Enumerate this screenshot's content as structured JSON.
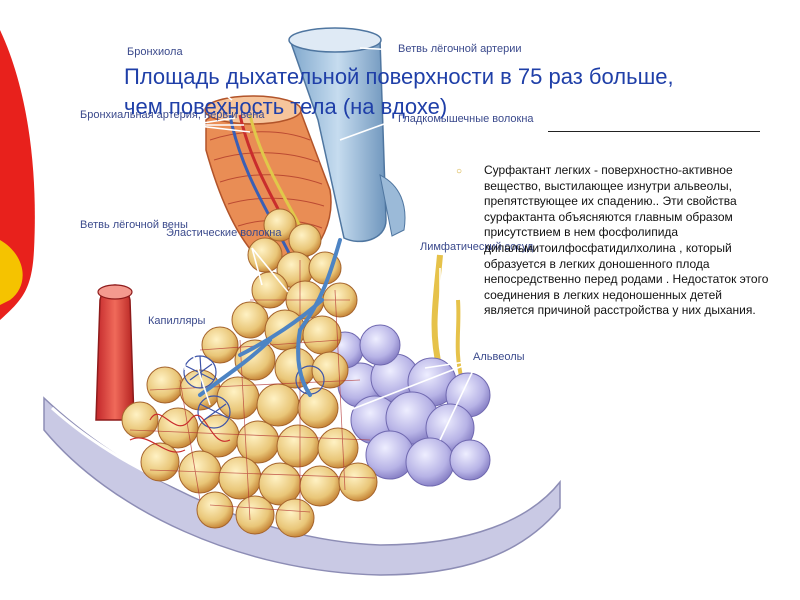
{
  "slide": {
    "title": "Площадь дыхательной поверхности в 75 раз больше, чем повехность тела (на вдохе)",
    "bullets": [
      "Сурфактант легких - поверхностно-активное вещество, выстилающее изнутри альвеолы, препятствующее их спадению.. Эти свойства сурфактанта объясняются главным образом присутствием в нем фосфолипида дипальмитоилфосфатидилхолина , который образуется в легких доношенного плода непосредственно перед родами . Недостаток этого соединения в легких недоношенных детей является причиной расстройства у них дыхания."
    ]
  },
  "diagram": {
    "labels": {
      "bronchiole": "Бронхиола",
      "pulm_artery_branch": "Ветвь лёгочной артерии",
      "bronchial_vessels": "Бронхиальная артерия, нерв и вена",
      "smooth_muscle": "Гладкомышечные волокна",
      "pulm_vein_branch": "Ветвь лёгочной вены",
      "elastic_fibers": "Эластические волокна",
      "lymph_vessel": "Лимфатический сосуд",
      "capillaries": "Капилляры",
      "alveoli": "Альвеолы"
    }
  },
  "colors": {
    "title": "#1f3fa8",
    "label": "#3b4a8c",
    "bullet": "#d2a72a",
    "deco_red": "#e8211c",
    "deco_yellow": "#f5c300"
  }
}
